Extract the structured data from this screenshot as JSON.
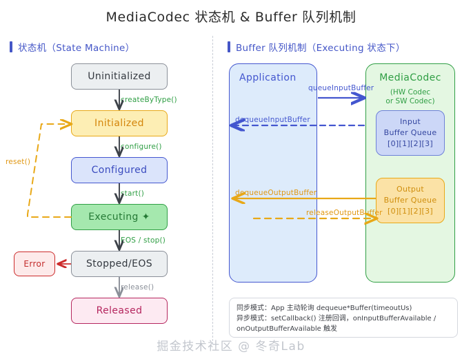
{
  "title": "MediaCodec 状态机 & Buffer 队列机制",
  "sections": {
    "left_header": "状态机（State Machine）",
    "right_header": "Buffer 队列机制（Executing 状态下）"
  },
  "colors": {
    "header_blue": "#4456c7",
    "gray": "#8a8f98",
    "yellow": "#e8a817",
    "blue": "#4356cf",
    "green": "#2f9e44",
    "red": "#cc2b2b",
    "pink": "#b5265e",
    "orange": "#e09712"
  },
  "state_machine": {
    "states": [
      {
        "id": "uninitialized",
        "label": "Uninitialized",
        "color": "gray"
      },
      {
        "id": "initialized",
        "label": "Initialized",
        "color": "yellow"
      },
      {
        "id": "configured",
        "label": "Configured",
        "color": "blue"
      },
      {
        "id": "executing",
        "label": "Executing ✦",
        "color": "green"
      },
      {
        "id": "stopped",
        "label": "Stopped/EOS",
        "color": "gray"
      },
      {
        "id": "released",
        "label": "Released",
        "color": "pink"
      },
      {
        "id": "error",
        "label": "Error",
        "color": "red"
      }
    ],
    "transitions": [
      {
        "label": "createByType()",
        "color": "green"
      },
      {
        "label": "configure()",
        "color": "green"
      },
      {
        "label": "start()",
        "color": "green"
      },
      {
        "label": "EOS / stop()",
        "color": "green"
      },
      {
        "label": "release()",
        "color": "gray"
      },
      {
        "label": "reset()",
        "color": "orange"
      }
    ]
  },
  "buffer_flow": {
    "app": {
      "title": "Application"
    },
    "codec": {
      "title": "MediaCodec",
      "subtitle_line1": "(HW Codec",
      "subtitle_line2": "or SW Codec)"
    },
    "queues": [
      {
        "id": "input",
        "line1": "Input",
        "line2": "Buffer Queue",
        "line3": "[0][1][2][3]",
        "color": "blue"
      },
      {
        "id": "output",
        "line1": "Output",
        "line2": "Buffer Queue",
        "line3": "[0][1][2][3]",
        "color": "orange"
      }
    ],
    "arrows": [
      {
        "id": "queue-input",
        "label": "queueInputBuffer",
        "color": "blue",
        "style": "solid",
        "direction": "right"
      },
      {
        "id": "dequeue-input",
        "label": "dequeueInputBuffer",
        "color": "blue",
        "style": "dashed",
        "direction": "left"
      },
      {
        "id": "dequeue-output",
        "label": "dequeueOutputBuffer",
        "color": "orange",
        "style": "solid",
        "direction": "left"
      },
      {
        "id": "release-output",
        "label": "releaseOutputBuffer",
        "color": "orange",
        "style": "dashed",
        "direction": "right"
      }
    ],
    "note": {
      "line1": "同步模式：App 主动轮询 dequeue*Buffer(timeoutUs)",
      "line2": "异步模式：setCallback() 注册回调，onInputBufferAvailable /",
      "line3": "onOutputBufferAvailable 触发"
    }
  },
  "footer": {
    "watermark": "掘金技术社区 @ 冬奇Lab"
  }
}
